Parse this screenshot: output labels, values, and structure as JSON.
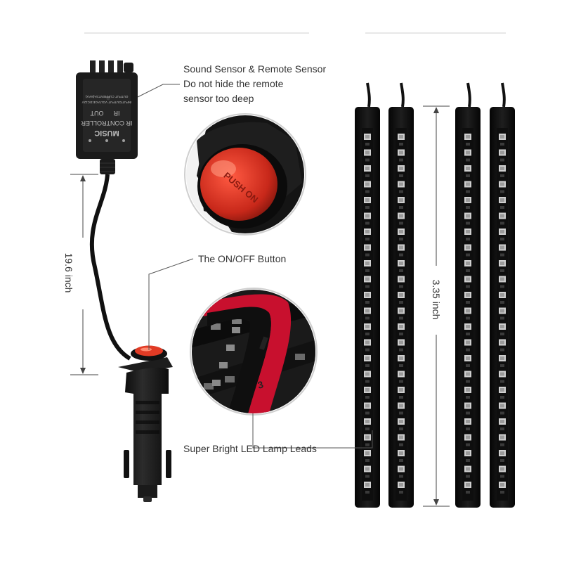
{
  "callouts": {
    "sensor_line1": "Sound Sensor & Remote Sensor",
    "sensor_line2": "Do not hide the remote",
    "sensor_line3": "sensor too deep",
    "button_label": "The ON/OFF Button",
    "leads_label": "Super Bright LED Lamp Leads"
  },
  "dimensions": {
    "cable_length": "19.6 inch",
    "strip_length": "3.35 inch"
  },
  "controller": {
    "brand": "MUSIC",
    "line_a": "IR CONTROLLER",
    "line_b": "IR",
    "line_c": "OUT",
    "fine_print_1": "INPUT/OUTPUT VOLTAGE:DC12V",
    "fine_print_2": "OUTPUT CURRENT:3A(MAX)"
  },
  "button_text": "PUSH ON",
  "lead_number": "3",
  "colors": {
    "strip_body": "#121212",
    "button_red": "#d42a1a",
    "lead_red": "#c8102e",
    "leader_line": "#444444",
    "text": "#333333"
  }
}
